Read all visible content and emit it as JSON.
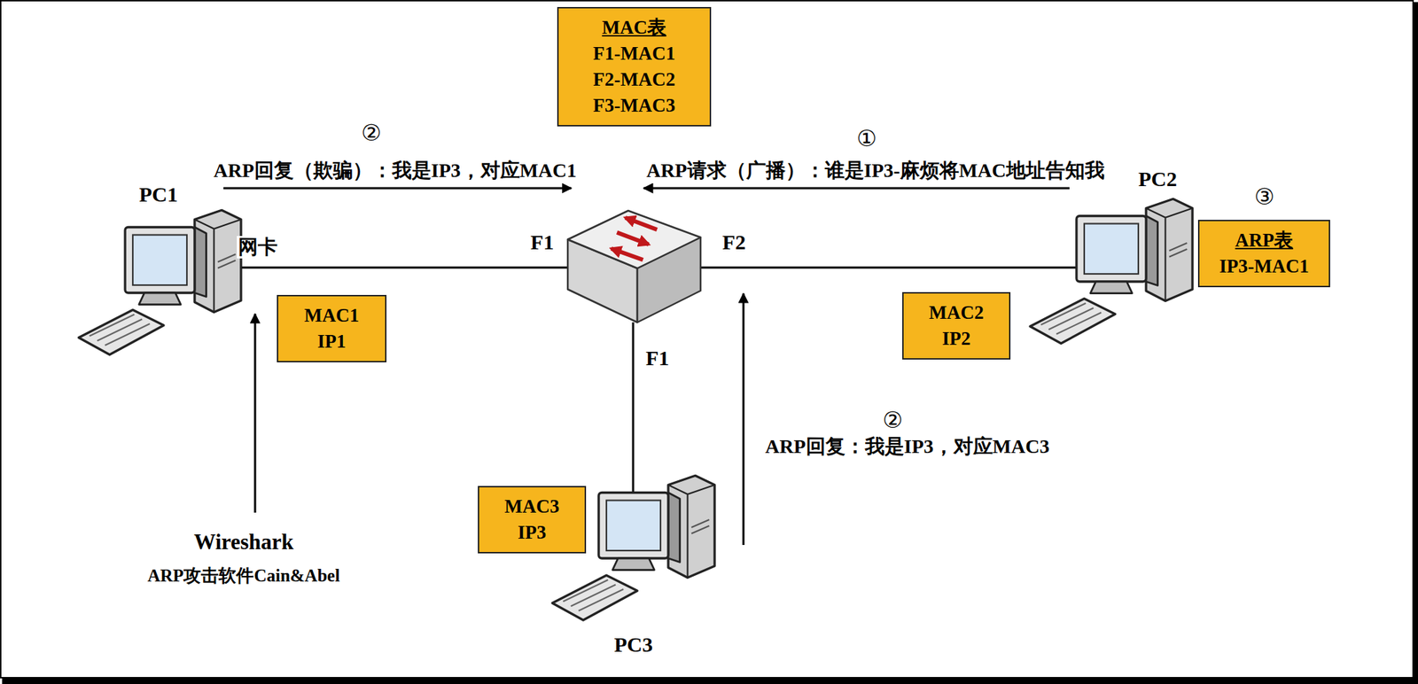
{
  "diagram": {
    "nodes": [
      {
        "text": [
          "MAC表",
          "F1-MAC1",
          "F2-MAC2",
          "F3-MAC3"
        ]
      },
      {
        "text": [
          "ARP表",
          "IP3-MAC1"
        ]
      },
      {
        "text": [
          "MAC1",
          "IP1"
        ]
      },
      {
        "text": [
          "MAC2",
          "IP2"
        ]
      },
      {
        "text": [
          "MAC3",
          "IP3"
        ]
      }
    ],
    "labels": [
      "②",
      "ARP回复（欺骗）：我是IP3，对应MAC1",
      "①",
      "ARP请求（广播）：谁是IP3-麻烦将MAC地址告知我",
      "PC1",
      "PC2",
      "③",
      "网卡",
      "F1",
      "F2",
      "F1",
      "②",
      "ARP回复：我是IP3，对应MAC3",
      "Wireshark",
      "ARP攻击软件Cain&Abel",
      "PC3"
    ]
  }
}
